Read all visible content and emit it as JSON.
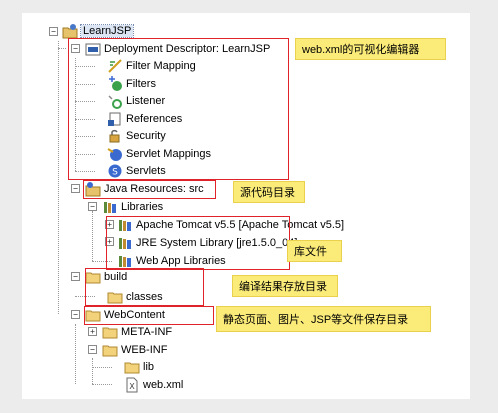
{
  "tree": {
    "project": "LearnJSP",
    "deployment_descriptor": "Deployment Descriptor: LearnJSP",
    "dd_children": [
      "Filter Mapping",
      "Filters",
      "Listener",
      "References",
      "Security",
      "Servlet Mappings",
      "Servlets"
    ],
    "java_resources": "Java Resources: src",
    "libraries": "Libraries",
    "lib_children": [
      "Apache Tomcat v5.5 [Apache Tomcat v5.5]",
      "JRE System Library [jre1.5.0_04]",
      "Web App Libraries"
    ],
    "build": "build",
    "classes": "classes",
    "webcontent": "WebContent",
    "meta_inf": "META-INF",
    "web_inf": "WEB-INF",
    "lib": "lib",
    "web_xml": "web.xml"
  },
  "annotations": {
    "webxml_editor": "web.xml的可视化编辑器",
    "source_dir": "源代码目录",
    "library_files": "库文件",
    "build_output": "编译结果存放目录",
    "static_content": "静态页面、图片、JSP等文件保存目录"
  },
  "colors": {
    "highlight_box": "#e0222b",
    "note_bg": "#fbec7a",
    "panel_bg": "#ffffff",
    "page_bg": "#ececec"
  },
  "icons": {
    "project": "project-icon",
    "deployment_descriptor": "deployment-descriptor-icon",
    "folder": "folder-icon",
    "library": "library-icon",
    "file": "xml-file-icon"
  }
}
